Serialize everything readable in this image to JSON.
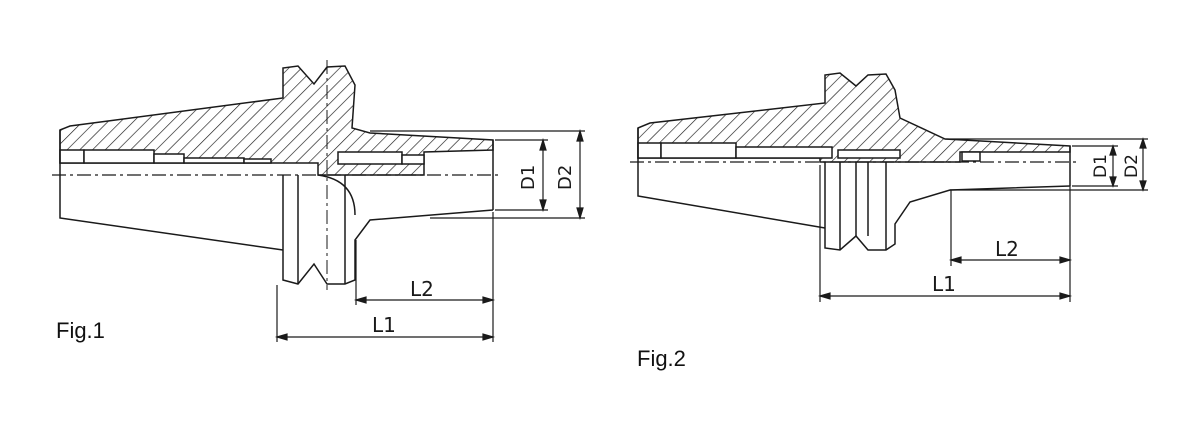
{
  "figures": [
    {
      "caption": "Fig.1",
      "dimensions": {
        "l1": "L1",
        "l2": "L2",
        "d1": "D1",
        "d2": "D2"
      }
    },
    {
      "caption": "Fig.2",
      "dimensions": {
        "l1": "L1",
        "l2": "L2",
        "d1": "D1",
        "d2": "D2"
      }
    }
  ],
  "colors": {
    "line": "#1a1a1a",
    "background": "#ffffff"
  }
}
